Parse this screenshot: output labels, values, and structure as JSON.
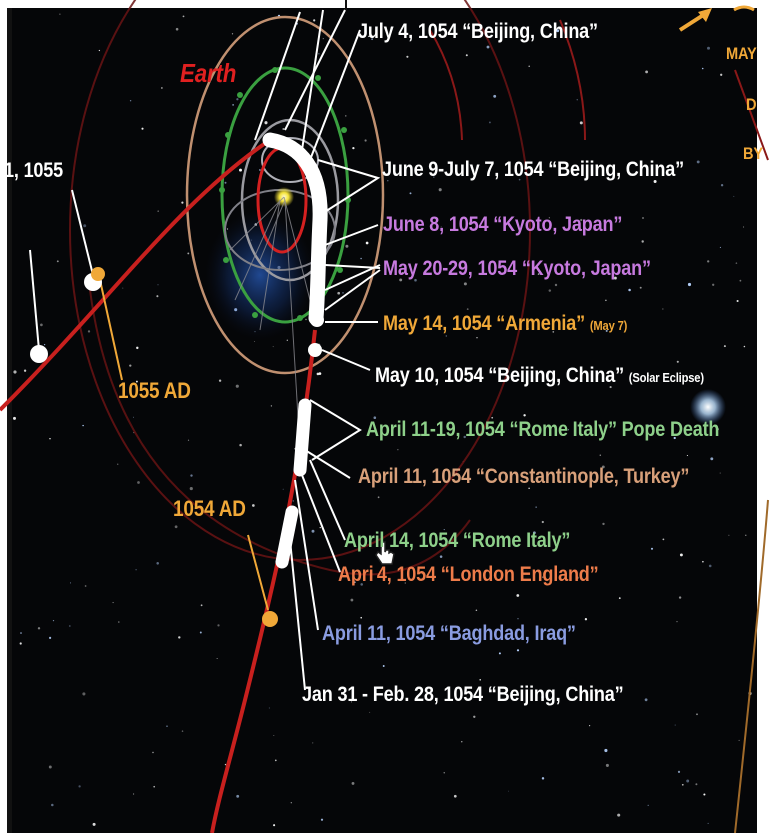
{
  "title_partial": "Earth",
  "labels": {
    "jul4": "July 4, 1054 “Beijing, China”",
    "jun9": "June 9-July 7, 1054 “Beijing, China”",
    "jun8": "June 8, 1054 “Kyoto, Japan”",
    "may20": "May 20-29, 1054 “Kyoto, Japan”",
    "may14": "May 14, 1054 “Armenia”",
    "may14_note": "(May 7)",
    "may10": "May 10, 1054 “Beijing, China”",
    "may10_note": "(Solar Eclipse)",
    "apr11_19": "April 11-19, 1054 “Rome Italy” Pope Death",
    "apr11_const": "April 11, 1054 “Constantinople, Turkey”",
    "apr14_rome": "April 14, 1054 “Rome Italy”",
    "apr4_london": "Apri 4, 1054 “London England”",
    "apr11_baghdad": "April 11, 1054 “Baghdad, Iraq”",
    "jan31": "Jan 31 - Feb. 28, 1054 “Beijing, China”",
    "left_date": "1, 1055",
    "year_1055": "1055 AD",
    "year_1054": "1054 AD",
    "right_may": "MAY",
    "right_d": "D",
    "right_by": "BY"
  },
  "colors": {
    "background": "#050608",
    "earth_orbit": "#c8201e",
    "earth_label": "#e02020",
    "gold": "#f0a838",
    "green_ring": "#3aa040",
    "tan_ring": "#c09070",
    "white": "#ffffff",
    "magenta": "#c77adf",
    "green_text": "#8ed08a",
    "tan_text": "#d8a07a",
    "orange_text": "#ee7c4a",
    "blue_text": "#8a9ce0"
  },
  "icons": [
    "hand-cursor-icon",
    "arrow-icon"
  ]
}
